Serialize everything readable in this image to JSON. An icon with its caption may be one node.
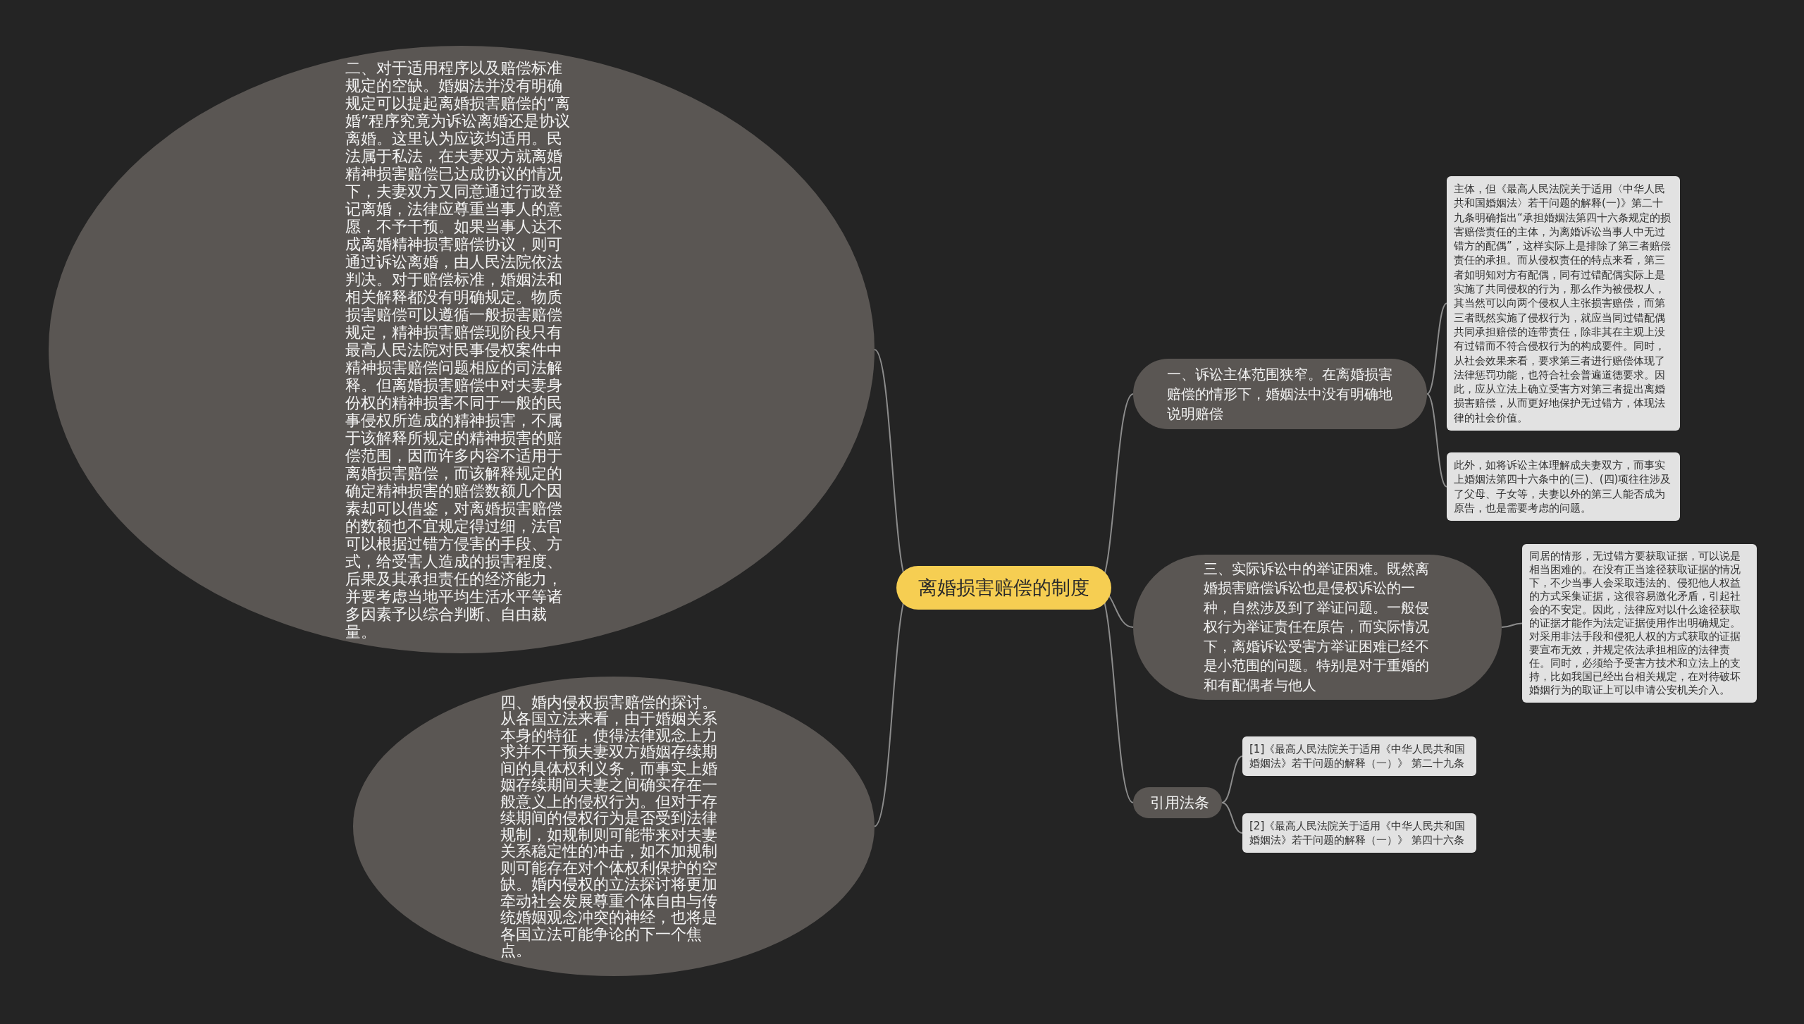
{
  "diagram": {
    "nodes": [
      {
        "text": [
          "离婚损害赔偿的制度"
        ]
      },
      {
        "text": [
          "二、对于适用程序以及赔偿标准规定的空缺。婚姻法并没有明确规定可以提起离婚损害赔偿的“离婚”程序究竟为诉讼离婚还是协议离婚。这里认为应该均适用。民法属于私法，在夫妻双方就离婚精神损害赔偿已达成协议的情况下，夫妻双方又同意通过行政登记离婚，法律应尊重当事人的意愿，不予干预。如果当事人达不成离婚精神损害赔偿协议，则可通过诉讼离婚，由人民法院依法判决。对于赔偿标准，婚姻法和相关解释都没有明确规定。物质损害赔偿可以遵循一般损害赔偿规定，精神损害赔偿现阶段只有最高人民法院对民事侵权案件中精神损害赔偿问题相应的司法解释。但离婚损害赔偿中对夫妻身份权的精神损害不同于一般的民事侵权所造成的精神损害，不属于该解释所规定的精神损害的赔偿范围，因而许多内容不适用于离婚损害赔偿，而该解释规定的确定精神损害的赔偿数额几个因素却可以借鉴，对离婚损害赔偿的数额也不宜规定得过细，法官可以根据过错方侵害的手段、方式，给受害人造成的损害程度、后果及其承担责任的经济能力，并要考虑当地平均生活水平等诸多因素予以综合判断、自由裁量。"
        ]
      },
      {
        "text": [
          "四、婚内侵权损害赔偿的探讨。从各国立法来看，由于婚姻关系本身的特征，使得法律观念上力求并不干预夫妻双方婚姻存续期间的具体权利义务，而事实上婚姻存续期间夫妻之间确实存在一般意义上的侵权行为。但对于存续期间的侵权行为是否受到法律规制，如规制则可能带来对夫妻关系稳定性的冲击，如不加规制则可能存在对个体权利保护的空缺。婚内侵权的立法探讨将更加牵动社会发展尊重个体自由与传统婚姻观念冲突的神经，也将是各国立法可能争论的下一个焦点。"
        ]
      },
      {
        "text": [
          "一、诉讼主体范围狭窄。在离婚损害赔偿的情形下，婚姻法中没有明确地说明赔偿"
        ]
      },
      {
        "text": [
          "主体，但《最高人民法院关于适用〈中华人民共和国婚姻法〉若干问题的解释(一)》第二十九条明确指出“承担婚姻法第四十六条规定的损害赔偿责任的主体，为离婚诉讼当事人中无过错方的配偶”，这样实际上是排除了第三者赔偿责任的承担。而从侵权责任的特点来看，第三者如明知对方有配偶，同有过错配偶实际上是实施了共同侵权的行为，那么作为被侵权人，其当然可以向两个侵权人主张损害赔偿，而第三者既然实施了侵权行为，就应当同过错配偶共同承担赔偿的连带责任，除非其在主观上没有过错而不符合侵权行为的构成要件。同时，从社会效果来看，要求第三者进行赔偿体现了法律惩罚功能，也符合社会普遍道德要求。因此，应从立法上确立受害方对第三者提出离婚损害赔偿，从而更好地保护无过错方，体现法律的社会价值。"
        ]
      },
      {
        "text": [
          "此外，如将诉讼主体理解成夫妻双方，而事实上婚姻法第四十六条中的(三)、(四)项往往涉及了父母、子女等，夫妻以外的第三人能否成为原告，也是需要考虑的问题。"
        ]
      },
      {
        "text": [
          "三、实际诉讼中的举证困难。既然离婚损害赔偿诉讼也是侵权诉讼的一种，自然涉及到了举证问题。一般侵权行为举证责任在原告，而实际情况下，离婚诉讼受害方举证困难已经不是小范围的问题。特别是对于重婚的和有配偶者与他人"
        ]
      },
      {
        "text": [
          "同居的情形，无过错方要获取证据，可以说是相当困难的。在没有正当途径获取证据的情况下，不少当事人会采取违法的、侵犯他人权益的方式采集证据，这很容易激化矛盾，引起社会的不安定。因此，法律应对以什么途径获取的证据才能作为法定证据使用作出明确规定。对采用非法手段和侵犯人权的方式获取的证据要宣布无效，并规定依法承担相应的法律责任。同时，必须给予受害方技术和立法上的支持，比如我国已经出台相关规定，在对待破坏婚姻行为的取证上可以申请公安机关介入。"
        ]
      },
      {
        "text": [
          "引用法条"
        ]
      },
      {
        "text": [
          "[1]《最高人民法院关于适用《中华人民共和国婚姻法》若干问题的解释（一）》 第二十九条"
        ]
      },
      {
        "text": [
          "[2]《最高人民法院关于适用《中华人民共和国婚姻法》若干问题的解释（一）》 第四十六条"
        ]
      }
    ],
    "edges": [
      {
        "from": 0,
        "to": 1,
        "arrow": "none"
      },
      {
        "from": 0,
        "to": 2,
        "arrow": "none"
      },
      {
        "from": 0,
        "to": 3,
        "arrow": "none"
      },
      {
        "from": 0,
        "to": 6,
        "arrow": "none"
      },
      {
        "from": 0,
        "to": 8,
        "arrow": "none"
      },
      {
        "from": 3,
        "to": 4,
        "arrow": "none"
      },
      {
        "from": 3,
        "to": 5,
        "arrow": "none"
      },
      {
        "from": 6,
        "to": 7,
        "arrow": "none"
      },
      {
        "from": 8,
        "to": 9,
        "arrow": "none"
      },
      {
        "from": 8,
        "to": 10,
        "arrow": "none"
      }
    ]
  }
}
